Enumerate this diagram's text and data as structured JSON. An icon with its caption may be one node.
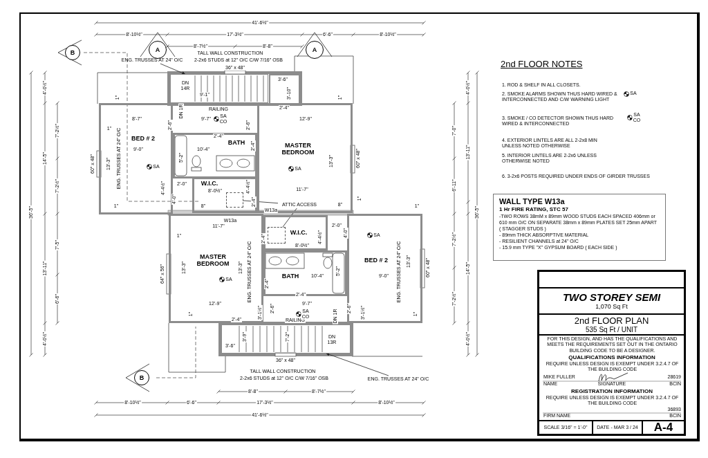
{
  "diagram": {
    "nodes": [
      {
        "text": [
          "A"
        ]
      },
      {
        "text": [
          "A"
        ]
      },
      {
        "text": [
          "B"
        ]
      },
      {
        "text": [
          "ENG. TRUSSES AT 24\" O/C"
        ]
      },
      {
        "text": [],
        "shape": "box"
      },
      {
        "text": [
          "BED # 2"
        ]
      },
      {
        "text": [
          "BATH"
        ]
      },
      {
        "text": [
          "MASTER BEDROOM"
        ]
      },
      {
        "text": [
          "W.I.C."
        ]
      },
      {
        "text": [],
        "shape": "box",
        "in": 8
      },
      {
        "text": [
          "ATTIC ACCESS"
        ],
        "in": 7
      },
      {
        "text": [
          "MASTER BEDROOM"
        ]
      },
      {
        "text": [
          "W.I.C."
        ]
      },
      {
        "text": [],
        "shape": "box",
        "in": 12
      },
      {
        "text": [
          "BATH"
        ]
      },
      {
        "text": [
          "BED # 2"
        ]
      },
      {
        "text": [],
        "shape": "box"
      },
      {
        "text": [
          "B"
        ]
      },
      {
        "text": [
          "ENG. TRUSSES AT 24\" O/C"
        ]
      },
      {
        "text": [
          "WALL TYPE W13a",
          "1 Hr FIRE RATING, STC 57",
          "-TWO ROWS 38mM x 89mm WOOD STUDS EACH SPACED 406mm or 610 mm O/C ON SEPARATE 38mm x 89mm PLATES SET 25mm APART ( STAGGER STUDS )",
          "- 89mm THICK ABSORPTIVE MATERIAL",
          "- RESILIENT CHANNELS at 24\" O/C",
          "- 15.9 mm TYPE \"X\" GYPSUM BOARD ( EACH SIDE )"
        ]
      },
      {
        "text": [],
        "shape": "box"
      },
      {
        "text": [],
        "shape": "box",
        "in": 20
      },
      {
        "text": [
          "TWO STOREY SEMI",
          "1,070 Sq Ft"
        ],
        "in": 20
      },
      {
        "text": [
          "2nd FLOOR PLAN",
          "535 Sq Ft / UNIT"
        ],
        "in": 20
      },
      {
        "text": [
          "FOR THIS DESIGN, AND HAS THE QUALIFICATIONS AND MEETS THE REQUIREMENTS SET OUT IN THE ONTARIO BUILDING CODE TO BE A DESIGNER.",
          "QUALIFICATIONS INFORMATION",
          "REQUIRE UNLESS DESIGN IS EXEMPT UNDER 3.2.4.7 OF THE BUILDING CODE",
          "MIKE FULLER",
          "28619",
          "NAME",
          "SIGNATURE",
          "BCIN",
          "REGISTRATION INFORMATION",
          "REQUIRE UNLESS DESIGN IS EXEMPT UNDER 3.2.4.7 OF THE BUILDING CODE",
          "36893",
          "FIRM NAME",
          "BCIN"
        ],
        "in": 20
      },
      {
        "text": [
          "SCALE 3/16\" = 1'-0\""
        ],
        "in": 20
      },
      {
        "text": [
          "DATE - MAR 3 / 24"
        ],
        "in": 20
      },
      {
        "text": [
          "A-4"
        ],
        "in": 20
      }
    ],
    "edges": [
      {
        "from": 3,
        "to": 4,
        "arrow": "to"
      },
      {
        "from": 10,
        "to": 9,
        "arrow": "none"
      },
      {
        "from": 10,
        "to": 13,
        "arrow": "none"
      },
      {
        "from": 18,
        "to": 16,
        "arrow": "to"
      }
    ],
    "labels": [
      "41'-6½\"",
      "8'-10½\"",
      "17'-3½\"",
      "6'-6\"",
      "8'-10½\"",
      "8'-7½\"",
      "8'-8\"",
      "TALL WALL CONSTRUCTION",
      "2-2x6 STUDS at 12\" O/C C/W 7/16\" OSB",
      "36\" x 48\"",
      "3'-6\"",
      "4'-0½\"",
      "DN 14R",
      "4'-0½\"",
      "1\"",
      "9'-1\"",
      "3'-10\"",
      "1\"",
      "DN 1R",
      "RAILING",
      "2'-4\"",
      "8'-7\"",
      "9'-7\"",
      "SA CO",
      "12'-9\"",
      "7'-2½\"",
      "1\"",
      "2'-6\"",
      "2'-6\"",
      "7'-0\"",
      "2'-4\"",
      "9'-0\"",
      "10'-4\"",
      "2'-4\"",
      "13'-11\"",
      "14'-5\"",
      "60\" x 48\"",
      "13'-3\"",
      "ENG. TRUSSES AT 24\" O/C",
      "SA",
      "5'-2\"",
      "SA",
      "13'-3\"",
      "60\" x 48\"",
      "7'-2½\"",
      "4'-4½\"",
      "2'-0\"",
      "8'-0½\"",
      "4'-4½\"",
      "11'-7\"",
      "6'-11\"",
      "1\"",
      "4'-0\"",
      "8\"",
      "2'-4\"",
      "8\"",
      "1\"",
      "1\"",
      "36'-5\"",
      "W13a",
      "36'-5\"",
      "W13a",
      "11'-7\"",
      "2'-0\"",
      "1\"",
      "2'-4\"",
      "4'-4½\"",
      "4'-0\"",
      "SA",
      "7'-2½\"",
      "7'-5\"",
      "8'-0½\"",
      "13'-11\"",
      "64\" x 56\"",
      "13'-3\"",
      "13'-3\"",
      "ENG. TRUSSES AT 24\" O/C",
      "5'-2\"",
      "ENG. TRUSSES AT 24\" O/C",
      "13'-3\"",
      "60\" x 48\"",
      "14'-5\"",
      "SA",
      "2'-4\"",
      "10'-4\"",
      "9'-0\"",
      "2'-4\"",
      "6'-6\"",
      "12'-9\"",
      "9'-7\"",
      "7'-2½\"",
      "1\"",
      "2'-4\"",
      "3'-1½\"",
      "2'-6\"",
      "RAILING",
      "SA CO",
      "DN 1R",
      "2'-6\"",
      "3'-1½\"",
      "1\"",
      "4'-0½\"",
      "3'-6\"",
      "3'-9\"",
      "7'-2\"",
      "DN 13R",
      "4'-0½\"",
      "36\" x 48\"",
      "TALL WALL CONSTRUCTION",
      "2-2x6 STUDS at 12\" O/C C/W 7/16\" OSB",
      "8'-8\"",
      "8'-7½\"",
      "8'-10½\"",
      "6'-6\"",
      "17'-3½\"",
      "8'-10½\"",
      "41'-6½\"",
      "2nd FLOOR NOTES",
      "1. ROD & SHELF IN ALL CLOSETS.",
      "2. SMOKE ALARMS SHOWN THUS HARD WIRED & INTERCONNECTED AND C/W WARNING LIGHT",
      "SA",
      "3. SMOKE / CO DETECTOR SHOWN THUS HARD WIRED & INTERCONNECTED",
      "SA CO",
      "4. EXTERIOR LINTELS ARE ALL 2-2x8 MIN UNLESS NOTED OTHERWISE",
      "5. INTERIOR LINTELS ARE 2-2x6 UNLESS OTHERWISE NOTED",
      "6. 3-2x6 POSTS REQUIRED UNDER ENDS OF GIRDER TRUSSES"
    ]
  }
}
